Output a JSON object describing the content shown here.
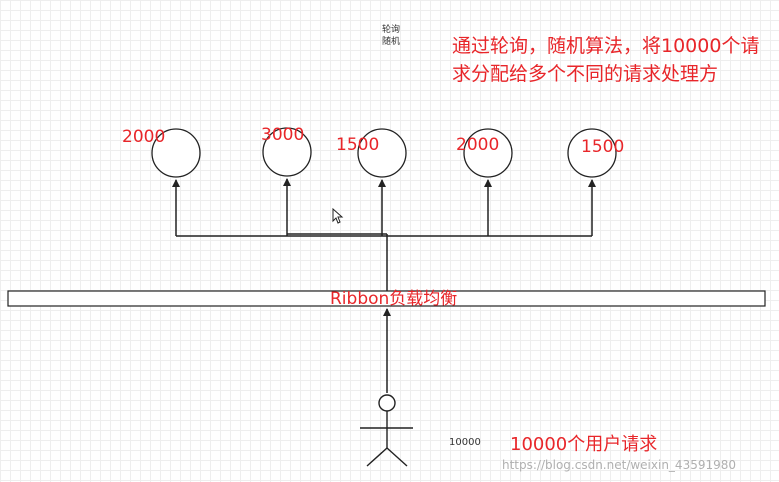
{
  "diagram": {
    "algo_label_lines": [
      "轮询",
      "随机"
    ],
    "description": "通过轮询，随机算法，将10000个请求分配给多个不同的请求处理方",
    "weights": [
      "2000",
      "3000",
      "1500",
      "2000",
      "1500"
    ],
    "load_balancer_label": "Ribbon负载均衡",
    "small_label": "10000",
    "users_label": "10000个用户请求",
    "watermark": "https://blog.csdn.net/weixin_43591980",
    "colors": {
      "accent_red": "#e8262a",
      "line": "#222222"
    }
  }
}
